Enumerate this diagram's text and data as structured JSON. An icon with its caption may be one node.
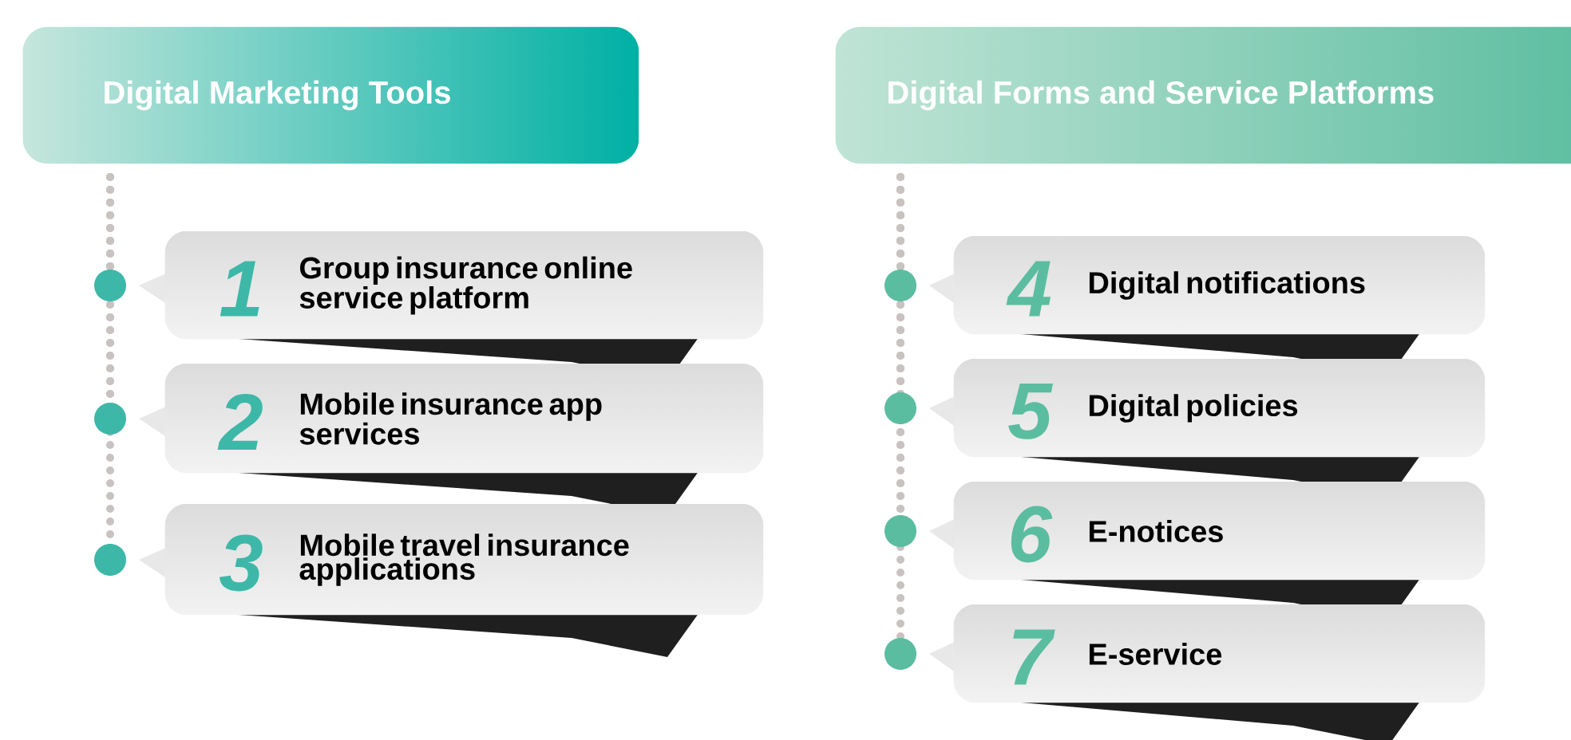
{
  "diagram": {
    "nodes": [
      {
        "text": [
          "Digital Marketing Tools"
        ]
      },
      {
        "text": [
          "1",
          "Group insurance online service platform"
        ]
      },
      {
        "text": [
          "2",
          "Mobile insurance app services"
        ]
      },
      {
        "text": [
          "3",
          "Mobile travel insurance applications"
        ]
      },
      {
        "text": [
          "Digital Forms and Service Platforms"
        ]
      },
      {
        "text": [
          "4",
          "Digital notifications"
        ]
      },
      {
        "text": [
          "5",
          "Digital policies"
        ]
      },
      {
        "text": [
          "6",
          "E-notices"
        ]
      },
      {
        "text": [
          "7",
          "E-service"
        ]
      }
    ],
    "edges": [
      {
        "from": 0,
        "to": 1,
        "arrow": "none"
      },
      {
        "from": 0,
        "to": 2,
        "arrow": "none"
      },
      {
        "from": 0,
        "to": 3,
        "arrow": "none"
      },
      {
        "from": 4,
        "to": 5,
        "arrow": "none"
      },
      {
        "from": 4,
        "to": 6,
        "arrow": "none"
      },
      {
        "from": 4,
        "to": 7,
        "arrow": "none"
      },
      {
        "from": 4,
        "to": 8,
        "arrow": "none"
      }
    ]
  }
}
